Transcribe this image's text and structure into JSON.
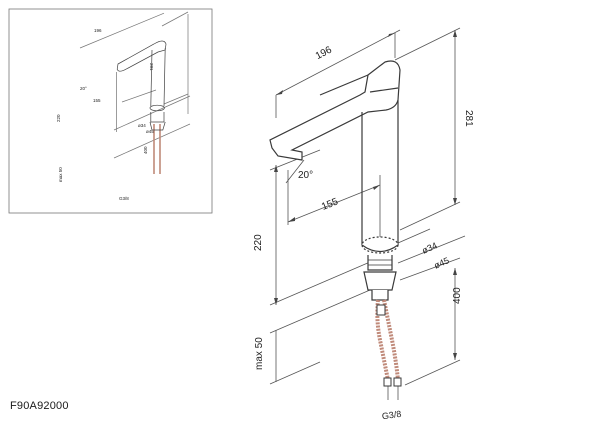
{
  "product_code": "F90A92000",
  "dimensions": {
    "spout_reach": "196",
    "total_height": "281",
    "spout_angle": "20°",
    "spout_projection": "155",
    "spout_height": "220",
    "base_diameter_inner": "ø34",
    "base_diameter_outer": "ø45",
    "hose_length": "400",
    "max_deck_thickness": "max 50",
    "thread": "G3/8"
  },
  "colors": {
    "line": "#3a3a3a",
    "hose": "#c08a7a",
    "dim": "#555555"
  }
}
